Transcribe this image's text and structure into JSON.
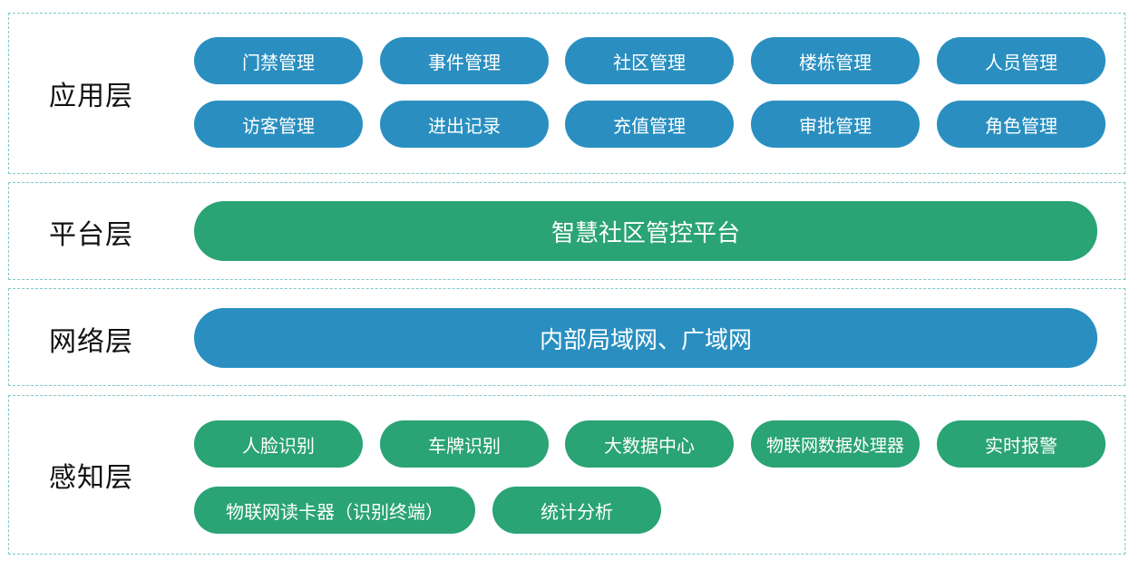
{
  "colors": {
    "blue": "#2a8fc0",
    "green": "#2aa375",
    "border": "#7fc8c8"
  },
  "layers": [
    {
      "label": "应用层",
      "items": [
        "门禁管理",
        "事件管理",
        "社区管理",
        "楼栋管理",
        "人员管理",
        "访客管理",
        "进出记录",
        "充值管理",
        "审批管理",
        "角色管理"
      ]
    },
    {
      "label": "平台层",
      "items": [
        "智慧社区管控平台"
      ]
    },
    {
      "label": "网络层",
      "items": [
        "内部局域网、广域网"
      ]
    },
    {
      "label": "感知层",
      "items": [
        "人脸识别",
        "车牌识别",
        "大数据中心",
        "物联网数据处理器",
        "实时报警",
        "物联网读卡器（识别终端）",
        "统计分析"
      ]
    }
  ]
}
